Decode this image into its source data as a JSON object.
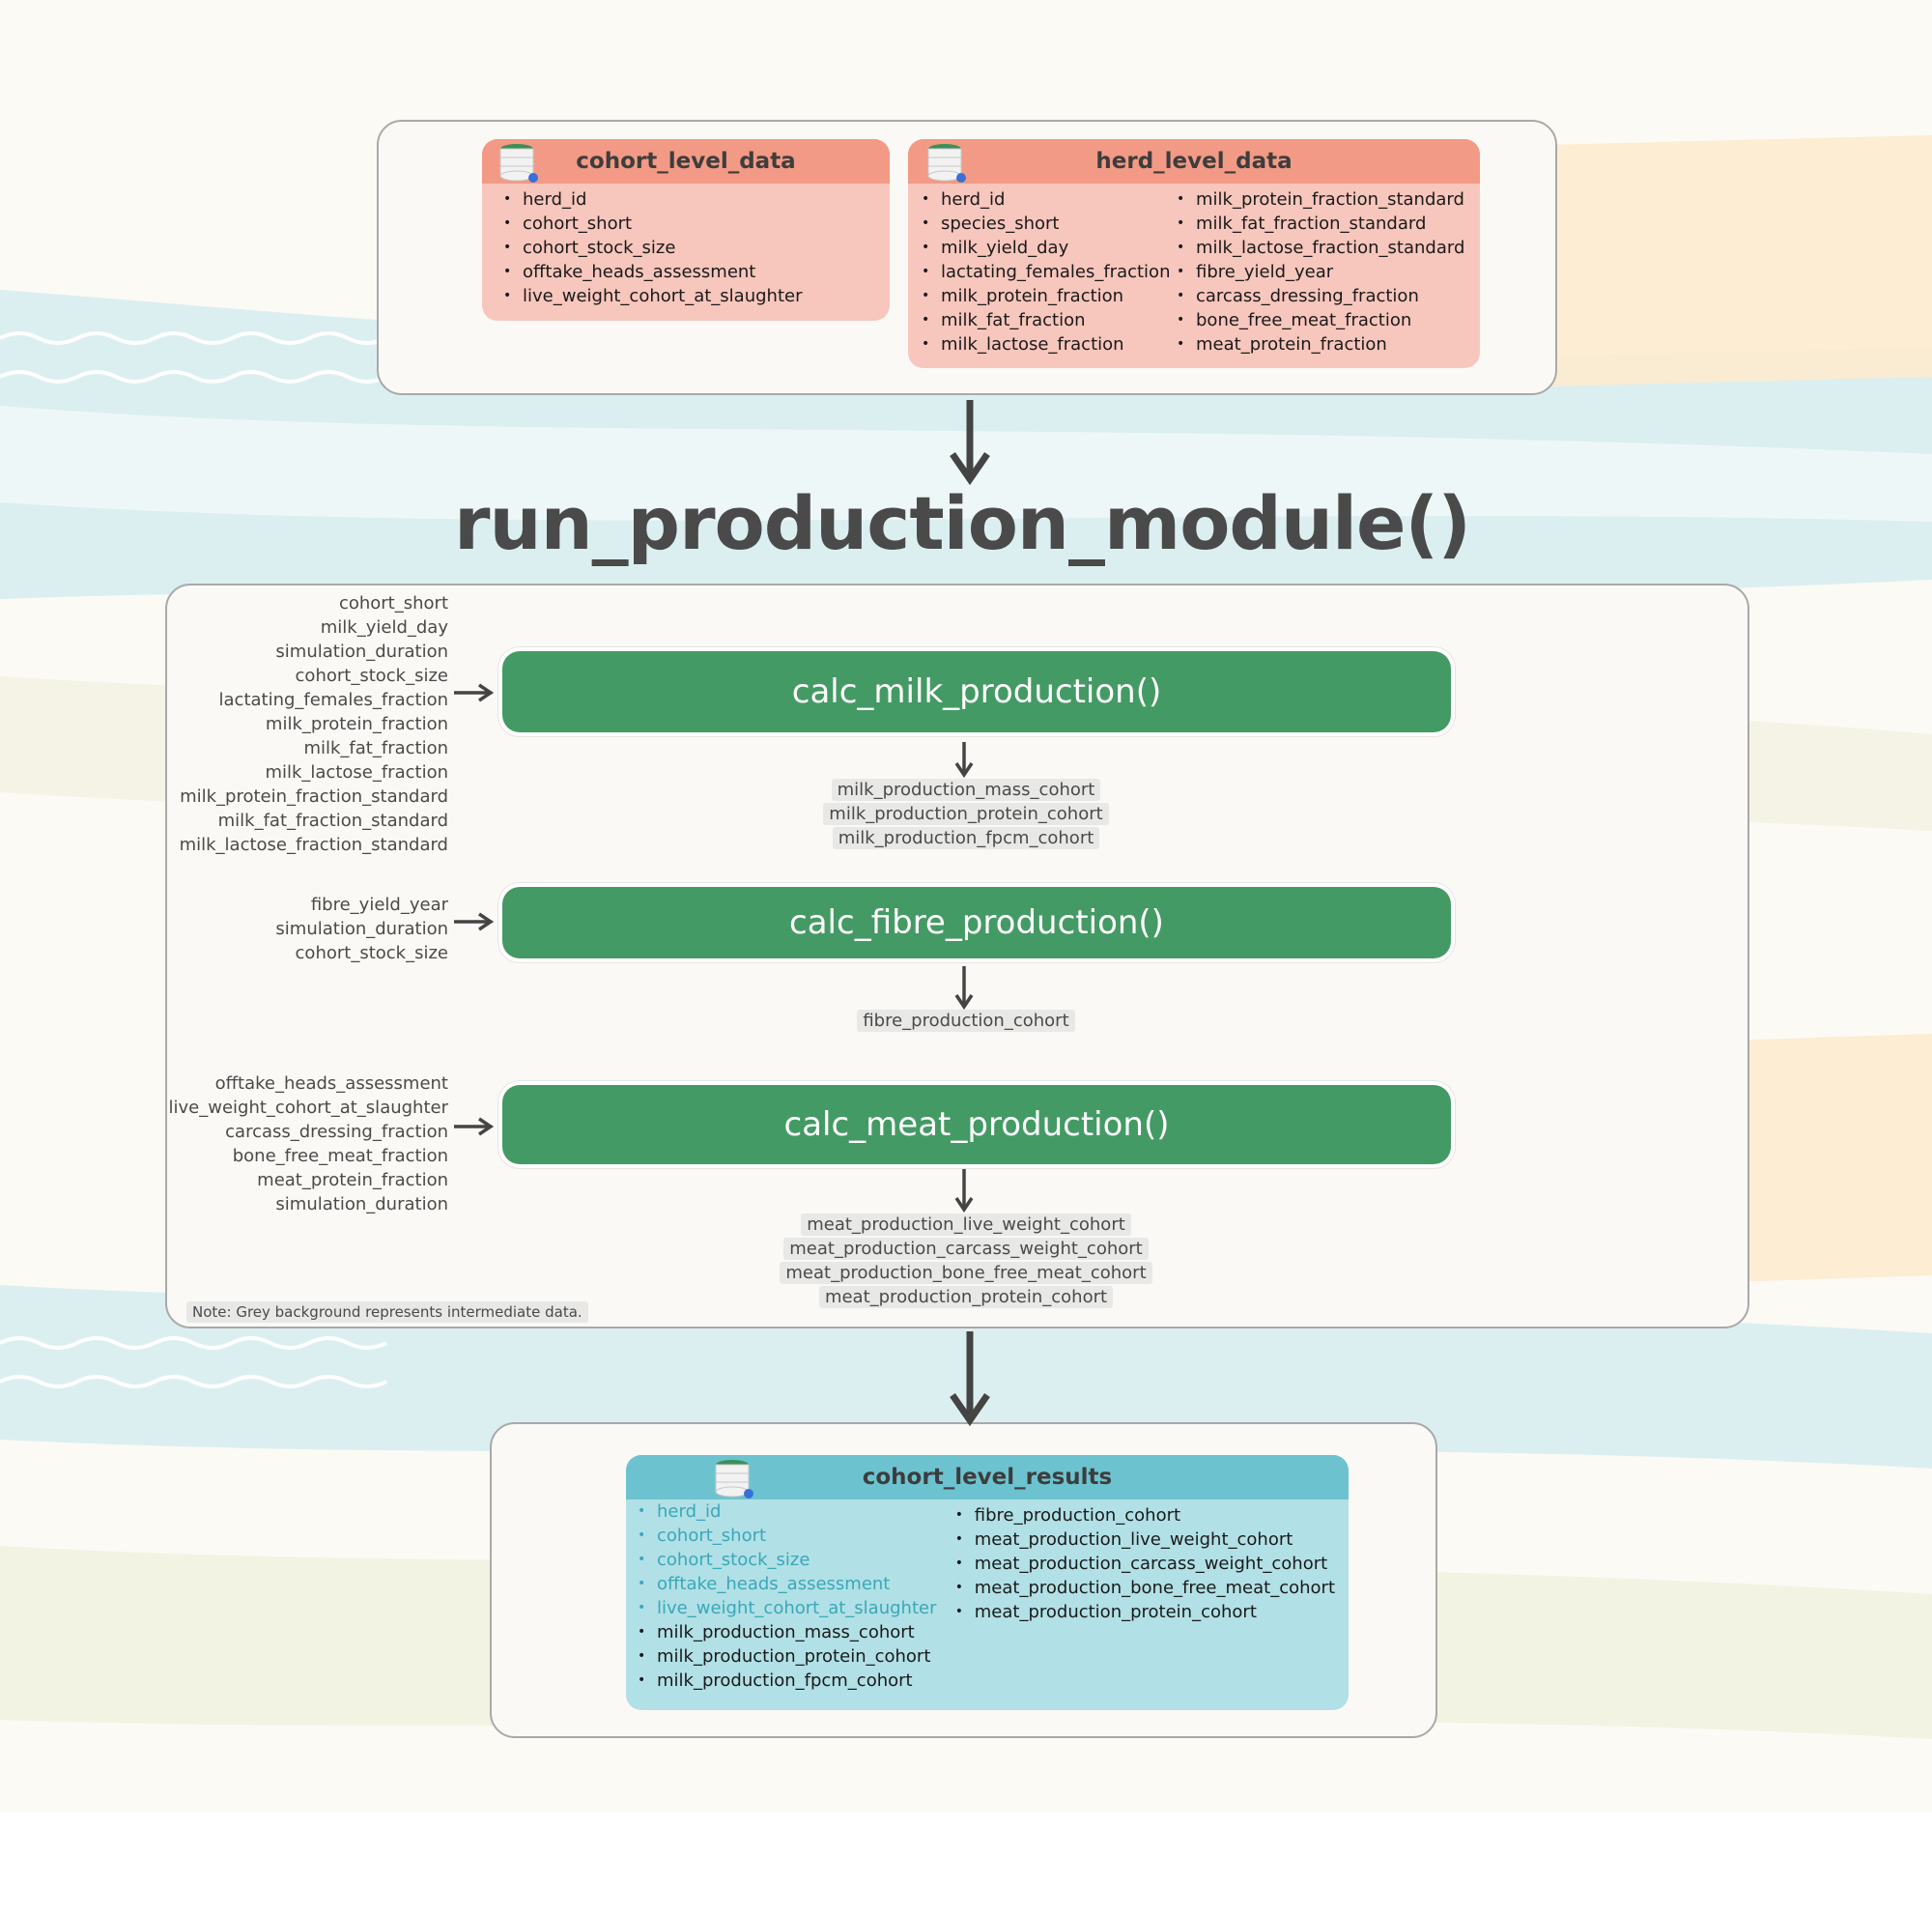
{
  "title": "run_production_module()",
  "colors": {
    "function_green": "#449a64",
    "input_table_header": "#f29a85",
    "input_table_body": "#f7c6bc",
    "result_table_header": "#6cc3cf",
    "result_table_body": "#b1e0e6",
    "inherited_text": "#3aa8b8",
    "intermediate_bg": "#e8e8e6"
  },
  "inputs_panel": {
    "cohort_table": {
      "name": "cohort_level_data",
      "icon": "database-icon",
      "columns": [
        "herd_id",
        "cohort_short",
        "cohort_stock_size",
        "offtake_heads_assessment",
        "live_weight_cohort_at_slaughter"
      ]
    },
    "herd_table": {
      "name": "herd_level_data",
      "icon": "database-icon",
      "columns_left": [
        "herd_id",
        "species_short",
        "milk_yield_day",
        "lactating_females_fraction",
        "milk_protein_fraction",
        "milk_fat_fraction",
        "milk_lactose_fraction"
      ],
      "columns_right": [
        "milk_protein_fraction_standard",
        "milk_fat_fraction_standard",
        "milk_lactose_fraction_standard",
        "fibre_yield_year",
        "carcass_dressing_fraction",
        "bone_free_meat_fraction",
        "meat_protein_fraction"
      ]
    }
  },
  "steps": [
    {
      "function": "calc_milk_production()",
      "inputs": [
        "cohort_short",
        "milk_yield_day",
        "simulation_duration",
        "cohort_stock_size",
        "lactating_females_fraction",
        "milk_protein_fraction",
        "milk_fat_fraction",
        "milk_lactose_fraction",
        "milk_protein_fraction_standard",
        "milk_fat_fraction_standard",
        "milk_lactose_fraction_standard"
      ],
      "outputs": [
        "milk_production_mass_cohort",
        "milk_production_protein_cohort",
        "milk_production_fpcm_cohort"
      ]
    },
    {
      "function": "calc_fibre_production()",
      "inputs": [
        "fibre_yield_year",
        "simulation_duration",
        "cohort_stock_size"
      ],
      "outputs": [
        "fibre_production_cohort"
      ]
    },
    {
      "function": "calc_meat_production()",
      "inputs": [
        "offtake_heads_assessment",
        "live_weight_cohort_at_slaughter",
        "carcass_dressing_fraction",
        "bone_free_meat_fraction",
        "meat_protein_fraction",
        "simulation_duration"
      ],
      "outputs": [
        "meat_production_live_weight_cohort",
        "meat_production_carcass_weight_cohort",
        "meat_production_bone_free_meat_cohort",
        "meat_production_protein_cohort"
      ]
    }
  ],
  "note": "Note: Grey background represents intermediate data.",
  "results_table": {
    "name": "cohort_level_results",
    "icon": "database-icon",
    "inherited_columns": [
      "herd_id",
      "cohort_short",
      "cohort_stock_size",
      "offtake_heads_assessment",
      "live_weight_cohort_at_slaughter"
    ],
    "new_columns_left": [
      "milk_production_mass_cohort",
      "milk_production_protein_cohort",
      "milk_production_fpcm_cohort"
    ],
    "new_columns_right": [
      "fibre_production_cohort",
      "meat_production_live_weight_cohort",
      "meat_production_carcass_weight_cohort",
      "meat_production_bone_free_meat_cohort",
      "meat_production_protein_cohort"
    ]
  }
}
